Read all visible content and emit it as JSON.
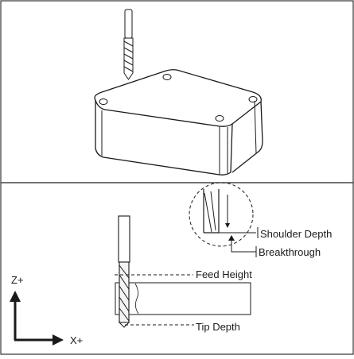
{
  "top_panel": {
    "subject": "drill bit above rectangular block with four corner holes"
  },
  "bottom_panel": {
    "labels": {
      "shoulder_depth": "Shoulder Depth",
      "breakthrough": "Breakthrough",
      "feed_height": "Feed Height",
      "tip_depth": "Tip Depth"
    },
    "axes": {
      "z": "Z+",
      "x": "X+"
    }
  },
  "colors": {
    "stroke": "#1a1a1a",
    "frame": "#333333",
    "background": "#ffffff"
  }
}
